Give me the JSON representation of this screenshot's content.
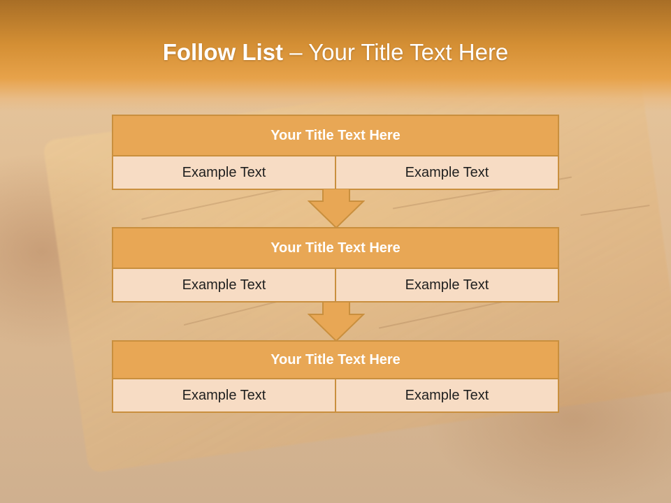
{
  "slide": {
    "title_bold": "Follow List",
    "title_rest": " – Your Title Text Here"
  },
  "steps": [
    {
      "heading": "Your Title Text Here",
      "left_text": "Example Text",
      "right_text": "Example Text"
    },
    {
      "heading": "Your Title Text Here",
      "left_text": "Example Text",
      "right_text": "Example Text"
    },
    {
      "heading": "Your Title Text Here",
      "left_text": "Example Text",
      "right_text": "Example Text"
    }
  ],
  "icons": {
    "connector": "down-arrow-icon"
  },
  "colors": {
    "header": "#e7a24a",
    "box_border": "#c98f3e",
    "box_heading": "#e8a755",
    "box_cell": "#f7dcc4",
    "arrow_fill": "#e8a755"
  }
}
